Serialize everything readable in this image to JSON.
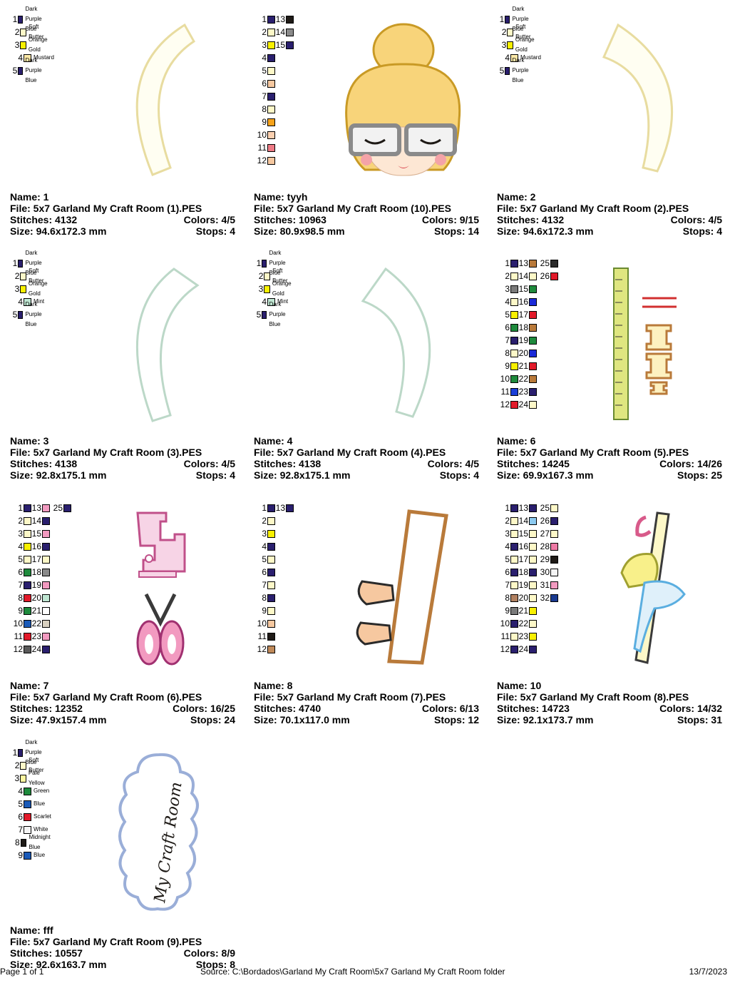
{
  "designs": [
    {
      "name_label": "Name: 1",
      "file_label": "File: 5x7 Garland My Craft Room (1).PES",
      "stitches_label": "Stitches: 4132",
      "colors_label": "Colors: 4/5",
      "size_label": "Size: 94.6x172.3 mm",
      "stops_label": "Stops: 4",
      "palette": [
        {
          "n": "1",
          "c": "#2a1f6e",
          "name": "Dark Purple Blue"
        },
        {
          "n": "2",
          "c": "#fdf8c8",
          "name": "Soft Butter"
        },
        {
          "n": "3",
          "c": "#f8f000",
          "name": "Orange Gold"
        },
        {
          "n": "4",
          "c": "#fde9a8",
          "name": "Mustard"
        },
        {
          "n": "5",
          "c": "#2a1f6e",
          "name": "Dark Purple Blue"
        }
      ]
    },
    {
      "name_label": "Name: tyyh",
      "file_label": "File: 5x7 Garland My Craft Room (10).PES",
      "stitches_label": "Stitches: 10963",
      "colors_label": "Colors: 9/15",
      "size_label": "Size: 80.9x98.5 mm",
      "stops_label": "Stops: 14",
      "palette": [
        {
          "n": "1",
          "c": "#2a1f6e"
        },
        {
          "n": "2",
          "c": "#fdf8c8"
        },
        {
          "n": "3",
          "c": "#f8f000"
        },
        {
          "n": "4",
          "c": "#2a1f6e"
        },
        {
          "n": "5",
          "c": "#fdf8c8"
        },
        {
          "n": "6",
          "c": "#f6c8a0"
        },
        {
          "n": "7",
          "c": "#2a1f6e"
        },
        {
          "n": "8",
          "c": "#fdf8c8"
        },
        {
          "n": "9",
          "c": "#f7a21a"
        },
        {
          "n": "10",
          "c": "#fbd0b0"
        },
        {
          "n": "11",
          "c": "#ee7a85"
        },
        {
          "n": "12",
          "c": "#f6c8a0"
        },
        {
          "n": "13",
          "c": "#1e1a16"
        },
        {
          "n": "14",
          "c": "#8a8a8a"
        },
        {
          "n": "15",
          "c": "#2a1f6e"
        }
      ]
    },
    {
      "name_label": "Name: 2",
      "file_label": "File: 5x7 Garland My Craft Room (2).PES",
      "stitches_label": "Stitches: 4132",
      "colors_label": "Colors: 4/5",
      "size_label": "Size: 94.6x172.3 mm",
      "stops_label": "Stops: 4",
      "palette": [
        {
          "n": "1",
          "c": "#2a1f6e",
          "name": "Dark Purple Blue"
        },
        {
          "n": "2",
          "c": "#fdf8c8",
          "name": "Soft Butter"
        },
        {
          "n": "3",
          "c": "#f8f000",
          "name": "Orange Gold"
        },
        {
          "n": "4",
          "c": "#fde9a8",
          "name": "Mustard"
        },
        {
          "n": "5",
          "c": "#2a1f6e",
          "name": "Dark Purple Blue"
        }
      ]
    },
    {
      "name_label": "Name: 3",
      "file_label": "File: 5x7 Garland My Craft Room (3).PES",
      "stitches_label": "Stitches: 4138",
      "colors_label": "Colors: 4/5",
      "size_label": "Size: 92.8x175.1 mm",
      "stops_label": "Stops: 4",
      "palette": [
        {
          "n": "1",
          "c": "#2a1f6e",
          "name": "Dark Purple Blue"
        },
        {
          "n": "2",
          "c": "#fdf8c8",
          "name": "Soft Butter"
        },
        {
          "n": "3",
          "c": "#f8f000",
          "name": "Orange Gold"
        },
        {
          "n": "4",
          "c": "#bfe6d2",
          "name": "Mint"
        },
        {
          "n": "5",
          "c": "#2a1f6e",
          "name": "Dark Purple Blue"
        }
      ]
    },
    {
      "name_label": "Name: 4",
      "file_label": "File: 5x7 Garland My Craft Room (4).PES",
      "stitches_label": "Stitches: 4138",
      "colors_label": "Colors: 4/5",
      "size_label": "Size: 92.8x175.1 mm",
      "stops_label": "Stops: 4",
      "palette": [
        {
          "n": "1",
          "c": "#2a1f6e",
          "name": "Dark Purple Blue"
        },
        {
          "n": "2",
          "c": "#fdf8c8",
          "name": "Soft Butter"
        },
        {
          "n": "3",
          "c": "#f8f000",
          "name": "Orange Gold"
        },
        {
          "n": "4",
          "c": "#bfe6d2",
          "name": "Mint"
        },
        {
          "n": "5",
          "c": "#2a1f6e",
          "name": "Dark Purple Blue"
        }
      ]
    },
    {
      "name_label": "Name: 6",
      "file_label": "File: 5x7 Garland My Craft Room (5).PES",
      "stitches_label": "Stitches: 14245",
      "colors_label": "Colors: 14/26",
      "size_label": "Size: 69.9x167.3 mm",
      "stops_label": "Stops: 25",
      "palette": [
        {
          "n": "1",
          "c": "#2a1f6e"
        },
        {
          "n": "2",
          "c": "#fdf8c8"
        },
        {
          "n": "3",
          "c": "#7a7a7a"
        },
        {
          "n": "4",
          "c": "#fdf8c8"
        },
        {
          "n": "5",
          "c": "#f8f000"
        },
        {
          "n": "6",
          "c": "#1e8a3c"
        },
        {
          "n": "7",
          "c": "#2a1f6e"
        },
        {
          "n": "8",
          "c": "#fdf8c8"
        },
        {
          "n": "9",
          "c": "#f8f000"
        },
        {
          "n": "10",
          "c": "#1e8a3c"
        },
        {
          "n": "11",
          "c": "#1a3fd8"
        },
        {
          "n": "12",
          "c": "#e21a2a"
        },
        {
          "n": "13",
          "c": "#b97a3a"
        },
        {
          "n": "14",
          "c": "#fdf8c8"
        },
        {
          "n": "15",
          "c": "#1e8a3c"
        },
        {
          "n": "16",
          "c": "#1a2ad8"
        },
        {
          "n": "17",
          "c": "#e21a2a"
        },
        {
          "n": "18",
          "c": "#b97a3a"
        },
        {
          "n": "19",
          "c": "#1e8a3c"
        },
        {
          "n": "20",
          "c": "#1a2ad8"
        },
        {
          "n": "21",
          "c": "#e21a2a"
        },
        {
          "n": "22",
          "c": "#b97a3a"
        },
        {
          "n": "23",
          "c": "#2a1f6e"
        },
        {
          "n": "24",
          "c": "#fdf8c8"
        },
        {
          "n": "25",
          "c": "#2a2a2a"
        },
        {
          "n": "26",
          "c": "#e21a2a"
        }
      ]
    },
    {
      "name_label": "Name: 7",
      "file_label": "File: 5x7 Garland My Craft Room (6).PES",
      "stitches_label": "Stitches: 12352",
      "colors_label": "Colors: 16/25",
      "size_label": "Size: 47.9x157.4 mm",
      "stops_label": "Stops: 24",
      "palette": [
        {
          "n": "1",
          "c": "#2a1f6e"
        },
        {
          "n": "2",
          "c": "#fdf8c8"
        },
        {
          "n": "3",
          "c": "#fdf8c8"
        },
        {
          "n": "4",
          "c": "#f8f000"
        },
        {
          "n": "5",
          "c": "#fdf8c8"
        },
        {
          "n": "6",
          "c": "#1e8a3c"
        },
        {
          "n": "7",
          "c": "#2a1f6e"
        },
        {
          "n": "8",
          "c": "#e21a2a"
        },
        {
          "n": "9",
          "c": "#1e8a3c"
        },
        {
          "n": "10",
          "c": "#1a5ab8"
        },
        {
          "n": "11",
          "c": "#e21a2a"
        },
        {
          "n": "12",
          "c": "#5a5a5a"
        },
        {
          "n": "13",
          "c": "#f29ac0"
        },
        {
          "n": "14",
          "c": "#2a1f6e"
        },
        {
          "n": "15",
          "c": "#f29ac0"
        },
        {
          "n": "16",
          "c": "#2a1f6e"
        },
        {
          "n": "17",
          "c": "#fdf8c8"
        },
        {
          "n": "18",
          "c": "#8a8a8a"
        },
        {
          "n": "19",
          "c": "#f29ac0"
        },
        {
          "n": "20",
          "c": "#bfe6d2"
        },
        {
          "n": "21",
          "c": "#ffffff"
        },
        {
          "n": "22",
          "c": "#d8d0c0"
        },
        {
          "n": "23",
          "c": "#f29ac0"
        },
        {
          "n": "24",
          "c": "#2a1f6e"
        },
        {
          "n": "25",
          "c": "#2a1f6e"
        }
      ]
    },
    {
      "name_label": "Name: 8",
      "file_label": "File: 5x7 Garland My Craft Room (7).PES",
      "stitches_label": "Stitches: 4740",
      "colors_label": "Colors: 6/13",
      "size_label": "Size: 70.1x117.0 mm",
      "stops_label": "Stops: 12",
      "palette": [
        {
          "n": "1",
          "c": "#2a1f6e"
        },
        {
          "n": "2",
          "c": "#fdf8c8"
        },
        {
          "n": "3",
          "c": "#f8f000"
        },
        {
          "n": "4",
          "c": "#2a1f6e"
        },
        {
          "n": "5",
          "c": "#fdf8c8"
        },
        {
          "n": "6",
          "c": "#2a1f6e"
        },
        {
          "n": "7",
          "c": "#fdf8c8"
        },
        {
          "n": "8",
          "c": "#2a1f6e"
        },
        {
          "n": "9",
          "c": "#fdf8c8"
        },
        {
          "n": "10",
          "c": "#f6c8a0"
        },
        {
          "n": "11",
          "c": "#1e1a16"
        },
        {
          "n": "12",
          "c": "#c08a5a"
        },
        {
          "n": "13",
          "c": "#2a1f6e"
        }
      ]
    },
    {
      "name_label": "Name: 10",
      "file_label": "File: 5x7 Garland My Craft Room (8).PES",
      "stitches_label": "Stitches: 14723",
      "colors_label": "Colors: 14/32",
      "size_label": "Size: 92.1x173.7 mm",
      "stops_label": "Stops: 31",
      "palette": [
        {
          "n": "1",
          "c": "#2a1f6e"
        },
        {
          "n": "2",
          "c": "#fdf8c8"
        },
        {
          "n": "3",
          "c": "#fdf8c8"
        },
        {
          "n": "4",
          "c": "#2a1f6e"
        },
        {
          "n": "5",
          "c": "#fdf8c8"
        },
        {
          "n": "6",
          "c": "#2a1f6e"
        },
        {
          "n": "7",
          "c": "#fdf8c8"
        },
        {
          "n": "8",
          "c": "#b08060"
        },
        {
          "n": "9",
          "c": "#7a7a7a"
        },
        {
          "n": "10",
          "c": "#2a1f6e"
        },
        {
          "n": "11",
          "c": "#fdf8c8"
        },
        {
          "n": "12",
          "c": "#2a1f6e"
        },
        {
          "n": "13",
          "c": "#2a1f6e"
        },
        {
          "n": "14",
          "c": "#8ccaf0"
        },
        {
          "n": "15",
          "c": "#fdf8c8"
        },
        {
          "n": "16",
          "c": "#fdf8c8"
        },
        {
          "n": "17",
          "c": "#fdf8c8"
        },
        {
          "n": "18",
          "c": "#2a1f6e"
        },
        {
          "n": "19",
          "c": "#fdf8c8"
        },
        {
          "n": "20",
          "c": "#fdf8c8"
        },
        {
          "n": "21",
          "c": "#f8f000"
        },
        {
          "n": "22",
          "c": "#fdf8c8"
        },
        {
          "n": "23",
          "c": "#f8f000"
        },
        {
          "n": "24",
          "c": "#2a1f6e"
        },
        {
          "n": "25",
          "c": "#fdf8c8"
        },
        {
          "n": "26",
          "c": "#2a1f6e"
        },
        {
          "n": "27",
          "c": "#fdf8c8"
        },
        {
          "n": "28",
          "c": "#ee7aa5"
        },
        {
          "n": "29",
          "c": "#1e1a16"
        },
        {
          "n": "30",
          "c": "#f4f4f4"
        },
        {
          "n": "31",
          "c": "#f29ac0"
        },
        {
          "n": "32",
          "c": "#1a3a90"
        }
      ]
    },
    {
      "name_label": "Name: fff",
      "file_label": "File: 5x7 Garland My Craft Room (9).PES",
      "stitches_label": "Stitches: 10557",
      "colors_label": "Colors: 8/9",
      "size_label": "Size: 92.6x163.7 mm",
      "stops_label": "Stops: 8",
      "palette": [
        {
          "n": "1",
          "c": "#2a1f6e",
          "name": "Dark Purple Blue"
        },
        {
          "n": "2",
          "c": "#fdf8c8",
          "name": "Soft Butter"
        },
        {
          "n": "3",
          "c": "#fdf6a0",
          "name": "Pale Yellow"
        },
        {
          "n": "4",
          "c": "#1e8a3c",
          "name": "Green"
        },
        {
          "n": "5",
          "c": "#1a5ab8",
          "name": "Blue"
        },
        {
          "n": "6",
          "c": "#e21a2a",
          "name": "Scarlet"
        },
        {
          "n": "7",
          "c": "#f4f4f4",
          "name": "White"
        },
        {
          "n": "8",
          "c": "#1e1a16",
          "name": "Midnight Blue"
        },
        {
          "n": "9",
          "c": "#1a5ab8",
          "name": "Blue"
        }
      ],
      "artwork_text": "My Craft Room"
    }
  ],
  "footer": {
    "page": "Page 1 of 1",
    "source": "Source: C:\\Bordados\\Garland My Craft Room\\5x7 Garland My Craft Room folder",
    "date": "13/7/2023"
  }
}
